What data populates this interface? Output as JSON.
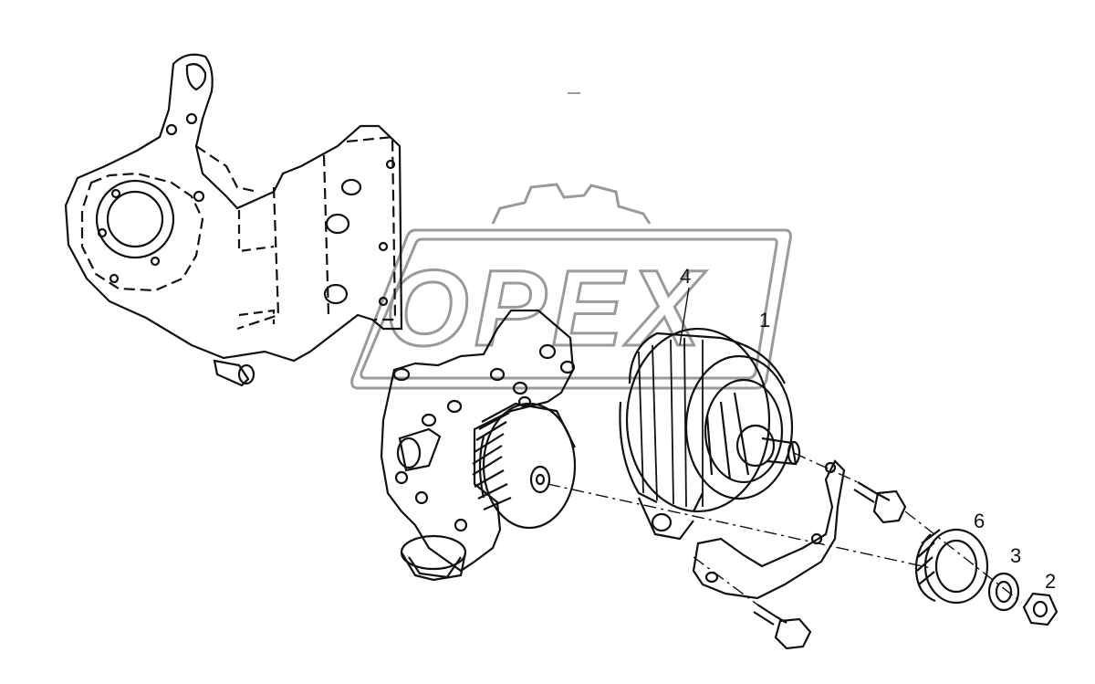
{
  "watermark": {
    "text": "OPEX"
  },
  "callouts": [
    {
      "id": "1",
      "label": "1",
      "part": "alternator"
    },
    {
      "id": "2",
      "label": "2",
      "part": "hex-nut"
    },
    {
      "id": "3",
      "label": "3",
      "part": "washer"
    },
    {
      "id": "4",
      "label": "4",
      "part": "alternator-leader-line"
    },
    {
      "id": "6",
      "label": "6",
      "part": "alternator-pulley"
    }
  ],
  "colors": {
    "line": "#111111",
    "watermark": "#9a9a9a",
    "background": "#ffffff"
  }
}
